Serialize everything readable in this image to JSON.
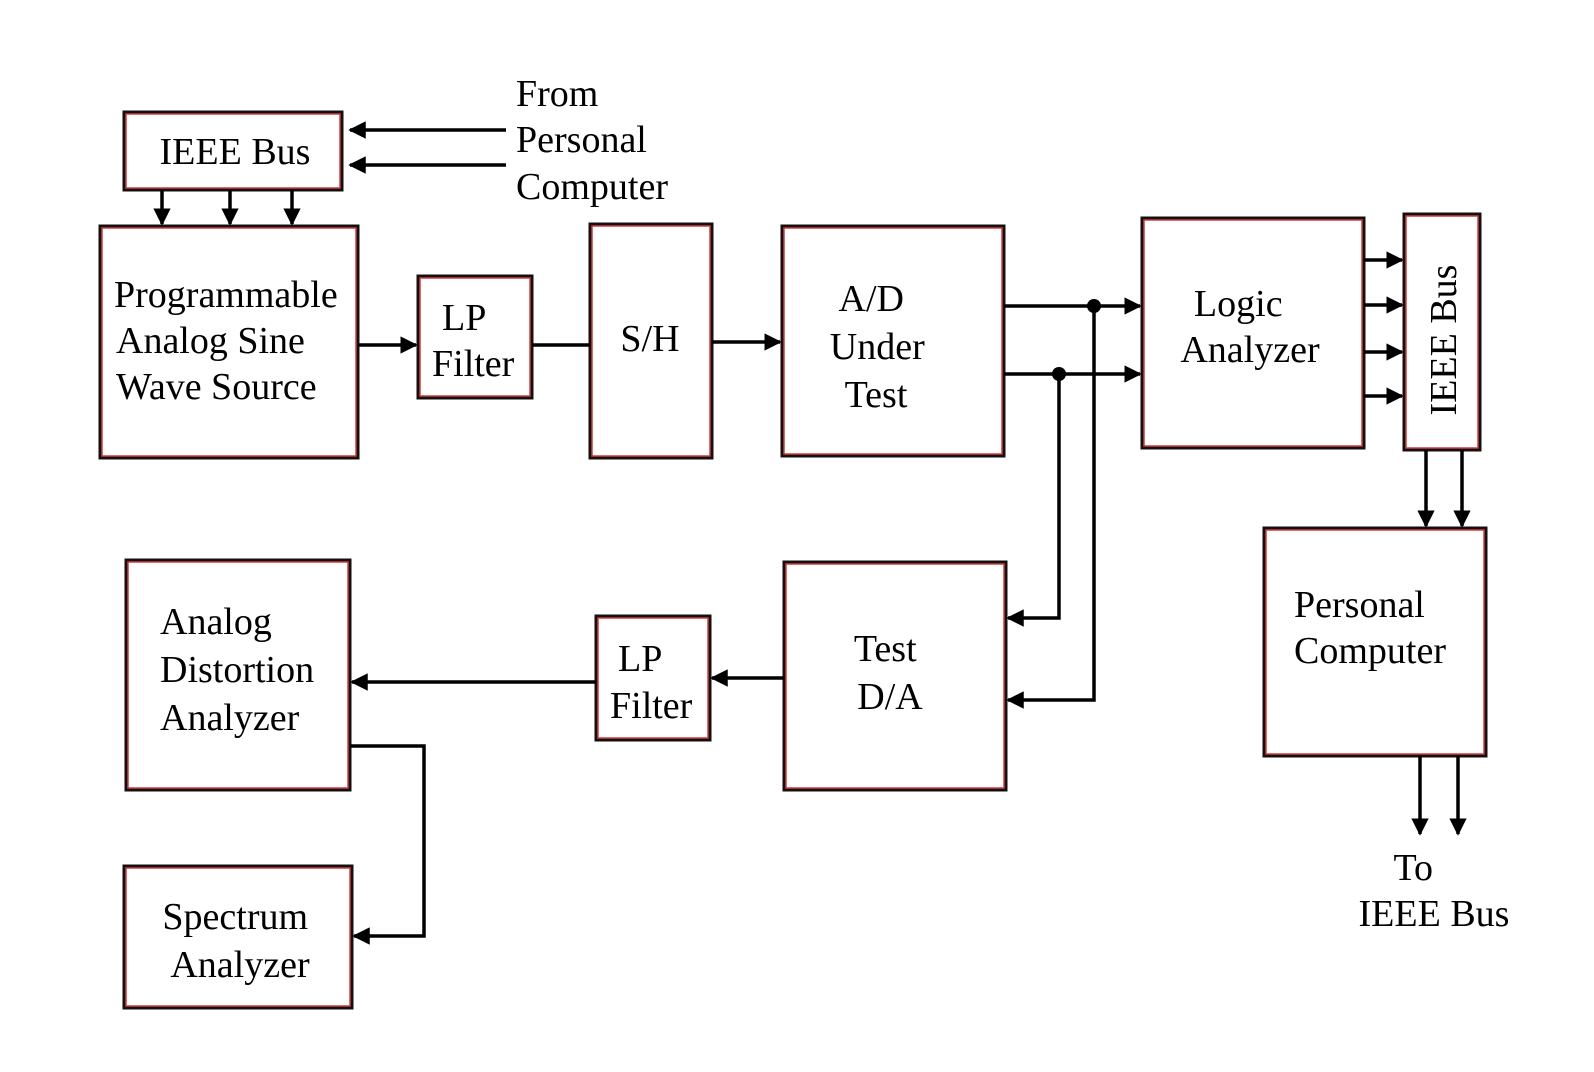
{
  "colors": {
    "box_border": "#111111",
    "box_accent": "#d23a3a",
    "line": "#000000"
  },
  "blocks": {
    "ieee_bus_top": [
      "IEEE Bus"
    ],
    "from_pc": [
      "From",
      "Personal",
      "Computer"
    ],
    "sine_source": [
      "Programmable",
      "Analog Sine",
      "Wave Source"
    ],
    "lp_filter_1": [
      "LP",
      "Filter"
    ],
    "sample_hold": [
      "S/H"
    ],
    "adc": [
      "A/D",
      "Under",
      "Test"
    ],
    "logic_analyzer": [
      "Logic",
      "Analyzer"
    ],
    "ieee_bus_right": [
      "IEEE Bus"
    ],
    "personal_computer": [
      "Personal",
      "Computer"
    ],
    "to_ieee": [
      "To",
      "IEEE Bus"
    ],
    "distortion_analyzer": [
      "Analog",
      "Distortion",
      "Analyzer"
    ],
    "lp_filter_2": [
      "LP",
      "Filter"
    ],
    "dac": [
      "Test",
      "D/A"
    ],
    "spectrum_analyzer": [
      "Spectrum",
      "Analyzer"
    ]
  }
}
